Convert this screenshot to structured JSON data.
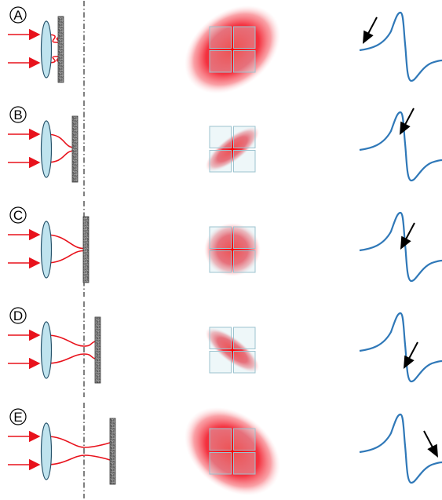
{
  "figure": {
    "panels": [
      {
        "label": "A",
        "spot_shape": "large-ellipse-tilted-right",
        "arrow_target": "left-baseline"
      },
      {
        "label": "B",
        "spot_shape": "narrow-ellipse-tilted-right",
        "arrow_target": "peak"
      },
      {
        "label": "C",
        "spot_shape": "circle",
        "arrow_target": "zero-crossing"
      },
      {
        "label": "D",
        "spot_shape": "narrow-ellipse-tilted-left",
        "arrow_target": "trough"
      },
      {
        "label": "E",
        "spot_shape": "large-ellipse-tilted-left",
        "arrow_target": "right-baseline"
      }
    ],
    "colors": {
      "beam": "#e8121c",
      "lens_fill": "#bfe3ee",
      "lens_stroke": "#27536b",
      "sample": "#6d6d6d",
      "detector_fill": "#cfe8ee",
      "detector_stroke": "#9cc3cf",
      "signal": "#2f78b8",
      "arrow": "#000000"
    },
    "icons": {
      "beam": "right-arrow-icon",
      "lens": "lens-icon",
      "sample": "sample-plate-icon",
      "detector": "quadrant-photodiode-icon",
      "indicator": "pointer-arrow-icon"
    }
  }
}
